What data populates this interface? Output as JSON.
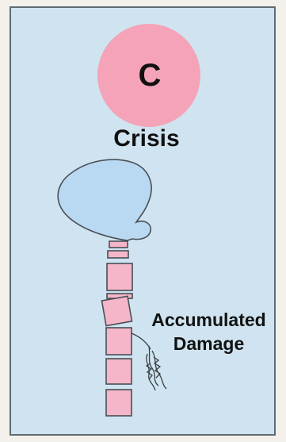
{
  "panel": {
    "background_color": "#cfe4f0",
    "border_color": "#5f6b72"
  },
  "circle": {
    "letter": "C",
    "color": "#f4a3b8"
  },
  "title": "Crisis",
  "chromosome": {
    "head_color": "#b9d8f2",
    "segment_color": "#f4b6c8",
    "outline_color": "#4a4f55"
  },
  "annotation": {
    "line1": "Accumulated",
    "line2": "Damage"
  }
}
